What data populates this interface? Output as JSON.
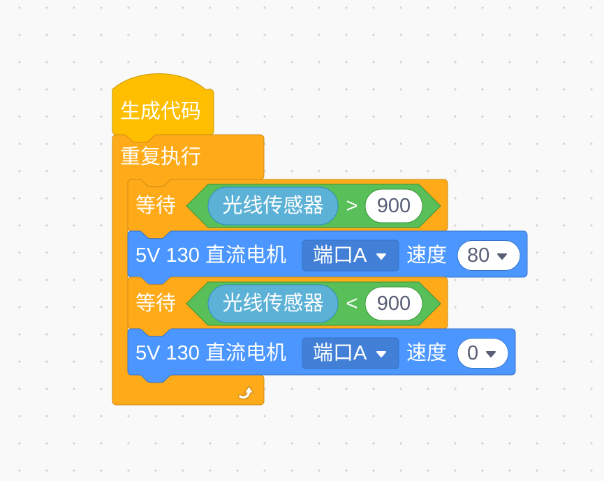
{
  "colors": {
    "events_fill": "#FFBF00",
    "events_stroke": "#CC9900",
    "control_fill": "#FFAB19",
    "control_stroke": "#CF8B17",
    "motor_fill": "#4C97FF",
    "motor_stroke": "#3373CC",
    "motor_field_fill": "#4280D7",
    "operator_fill": "#59C059",
    "operator_stroke": "#389438",
    "sensor_fill": "#5CB1D6",
    "sensor_stroke": "#2E8EB8",
    "input_fill": "#FFFFFF",
    "input_text": "#575E75"
  },
  "script": {
    "hat": {
      "label": "生成代码"
    },
    "forever": {
      "label": "重复执行",
      "icon": "repeat-arrow-icon"
    },
    "stack": [
      {
        "label": "等待",
        "sensor": "光线传感器",
        "operator": ">",
        "value": "900"
      },
      {
        "label": "5V 130 直流电机",
        "port": "端口A",
        "speed_label": "速度",
        "speed": "80",
        "caret_icon": "dropdown-caret-icon"
      },
      {
        "label": "等待",
        "sensor": "光线传感器",
        "operator": "<",
        "value": "900"
      },
      {
        "label": "5V 130 直流电机",
        "port": "端口A",
        "speed_label": "速度",
        "speed": "0",
        "caret_icon": "dropdown-caret-icon"
      }
    ]
  }
}
